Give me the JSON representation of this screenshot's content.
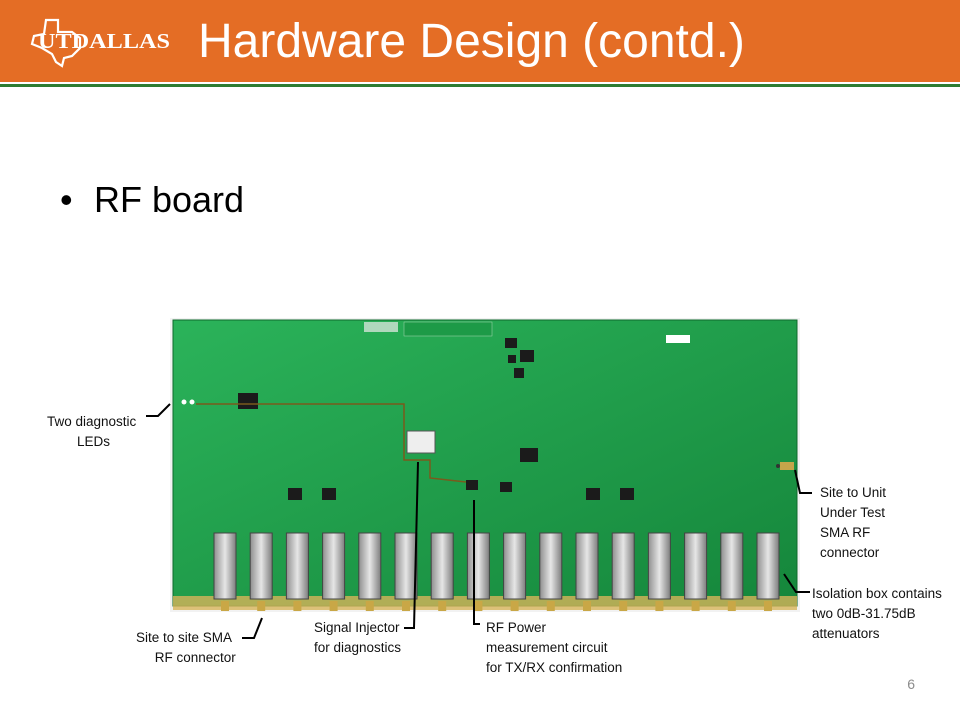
{
  "header": {
    "title": "Hardware Design (contd.)",
    "logo_text": "UTDALLAS",
    "colors": {
      "bar": "#e46d25",
      "rule": "#2e7d32"
    }
  },
  "content": {
    "bullet_symbol": "•",
    "bullet": "RF board"
  },
  "figure": {
    "board_color": "#22a34e",
    "callouts": {
      "leds": "Two diagnostic\n        LEDs",
      "site_uut": "Site to Unit\nUnder Test\nSMA RF\nconnector",
      "isolation": "Isolation box contains\ntwo 0dB-31.75dB\nattenuators",
      "site_to_site": "Site to site SMA\n     RF connector",
      "injector": "Signal Injector\nfor diagnostics",
      "rf_power": "RF Power\nmeasurement circuit\nfor TX/RX confirmation"
    }
  },
  "footer": {
    "page_number": "6"
  }
}
